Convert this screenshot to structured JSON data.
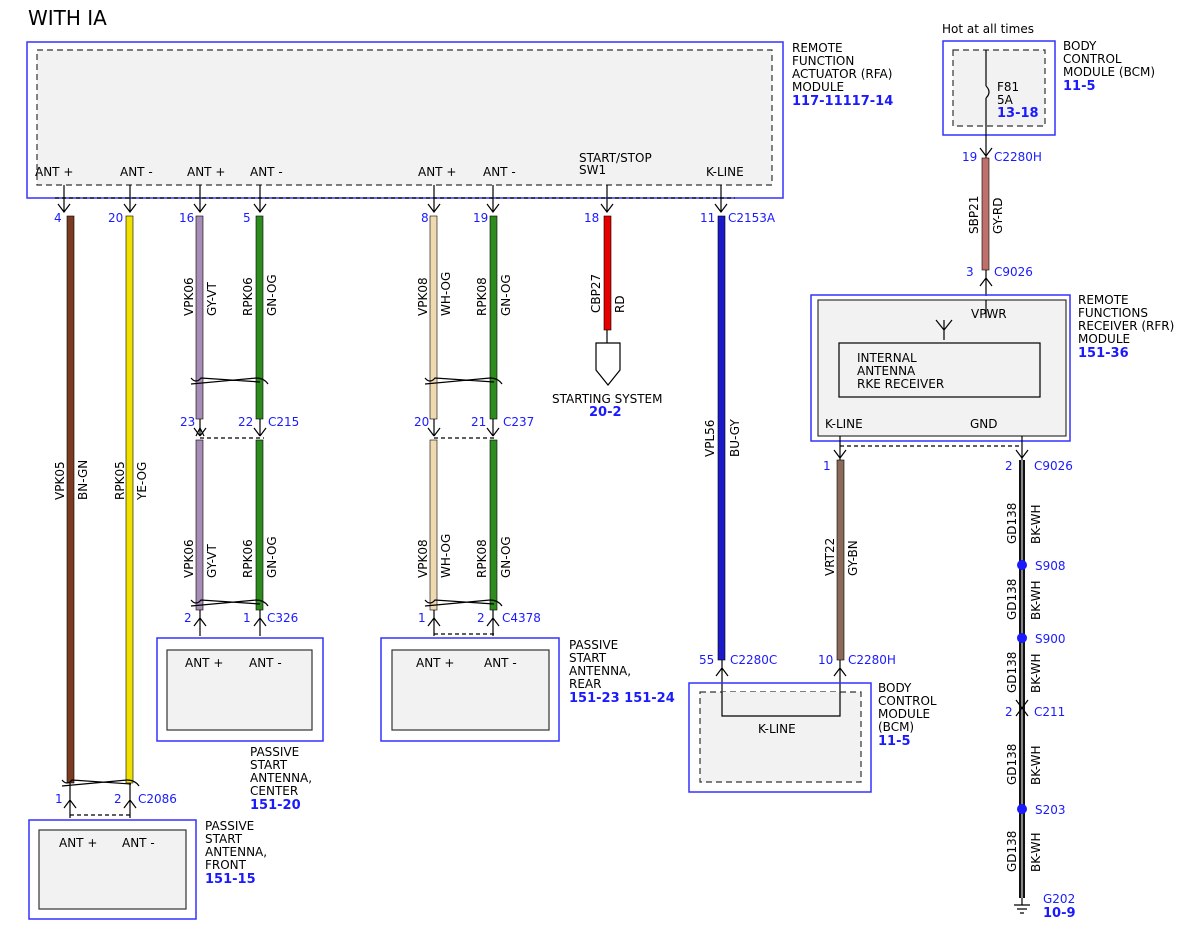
{
  "title": "WITH IA",
  "rfa": {
    "name_lines": [
      "REMOTE",
      "FUNCTION",
      "ACTUATOR (RFA)",
      "MODULE"
    ],
    "ref": "117-11117-14",
    "pins": [
      "ANT +",
      "ANT -",
      "ANT +",
      "ANT -",
      "ANT +",
      "ANT -",
      "START/STOP",
      "SW1",
      "K-LINE"
    ]
  },
  "rfa_pin_numbers": [
    "4",
    "20",
    "16",
    "5",
    "8",
    "19",
    "18",
    "11"
  ],
  "rfa_connector": "C2153A",
  "wires": [
    {
      "circuit": "VPK05",
      "color": "BN-GN",
      "hex": "#7b3a22"
    },
    {
      "circuit": "RPK05",
      "color": "YE-OG",
      "hex": "#f0e000"
    },
    {
      "circuit": "VPK06",
      "color": "GY-VT",
      "hex": "#a58db5"
    },
    {
      "circuit": "RPK06",
      "color": "GN-OG",
      "hex": "#2e8b1e"
    },
    {
      "circuit": "VPK08",
      "color": "WH-OG",
      "hex": "#efd9b0"
    },
    {
      "circuit": "RPK08",
      "color": "GN-OG",
      "hex": "#2e8b1e"
    },
    {
      "circuit": "CBP27",
      "color": "RD",
      "hex": "#e60000"
    },
    {
      "circuit": "VPL56",
      "color": "BU-GY",
      "hex": "#1a1ac8"
    },
    {
      "circuit": "SBP21",
      "color": "GY-RD",
      "hex": "#c0706a"
    },
    {
      "circuit": "VRT22",
      "color": "GY-BN",
      "hex": "#8a6a5a"
    },
    {
      "circuit": "GD138",
      "color": "BK-WH",
      "hex": "#111111"
    }
  ],
  "c215": {
    "pins": [
      "23",
      "22"
    ],
    "name": "C215"
  },
  "c237": {
    "pins": [
      "20",
      "21"
    ],
    "name": "C237"
  },
  "c326": {
    "pins": [
      "2",
      "1"
    ],
    "name": "C326"
  },
  "c4378": {
    "pins": [
      "1",
      "2"
    ],
    "name": "C4378"
  },
  "c2086": {
    "pins": [
      "1",
      "2"
    ],
    "name": "C2086"
  },
  "starting_system": {
    "label": "STARTING SYSTEM",
    "ref": "20-2"
  },
  "ant_center": {
    "pins": [
      "ANT +",
      "ANT -"
    ],
    "name_lines": [
      "PASSIVE",
      "START",
      "ANTENNA,",
      "CENTER"
    ],
    "ref": "151-20"
  },
  "ant_rear": {
    "pins": [
      "ANT +",
      "ANT -"
    ],
    "name_lines": [
      "PASSIVE",
      "START",
      "ANTENNA,",
      "REAR"
    ],
    "ref": "151-23 151-24"
  },
  "ant_front": {
    "pins": [
      "ANT +",
      "ANT -"
    ],
    "name_lines": [
      "PASSIVE",
      "START",
      "ANTENNA,",
      "FRONT"
    ],
    "ref": "151-15"
  },
  "bcm_top": {
    "hot": "Hot at all times",
    "fuse": "F81",
    "amps": "5A",
    "fuse_ref": "13-18",
    "name_lines": [
      "BODY",
      "CONTROL",
      "MODULE (BCM)"
    ],
    "ref": "11-5",
    "pin": "19",
    "connector": "C2280H"
  },
  "rfr": {
    "name_lines": [
      "REMOTE",
      "FUNCTIONS",
      "RECEIVER (RFR)",
      "MODULE"
    ],
    "ref": "151-36",
    "vpwr": "VPWR",
    "inner_lines": [
      "INTERNAL",
      "ANTENNA",
      "RKE RECEIVER"
    ],
    "kline": "K-LINE",
    "gnd": "GND",
    "top_pin": "3",
    "top_connector": "C9026",
    "kline_pin": "1",
    "gnd_pin": "2",
    "gnd_connector": "C9026"
  },
  "bcm_bottom": {
    "name_lines": [
      "BODY",
      "CONTROL",
      "MODULE",
      "(BCM)"
    ],
    "ref": "11-5",
    "kline": "K-LINE",
    "pin_a": "55",
    "conn_a": "C2280C",
    "pin_b": "10",
    "conn_b": "C2280H"
  },
  "ground_path": {
    "splices": [
      "S908",
      "S900",
      "S203"
    ],
    "c211_pin": "2",
    "c211": "C211",
    "ground": "G202",
    "ground_ref": "10-9"
  }
}
